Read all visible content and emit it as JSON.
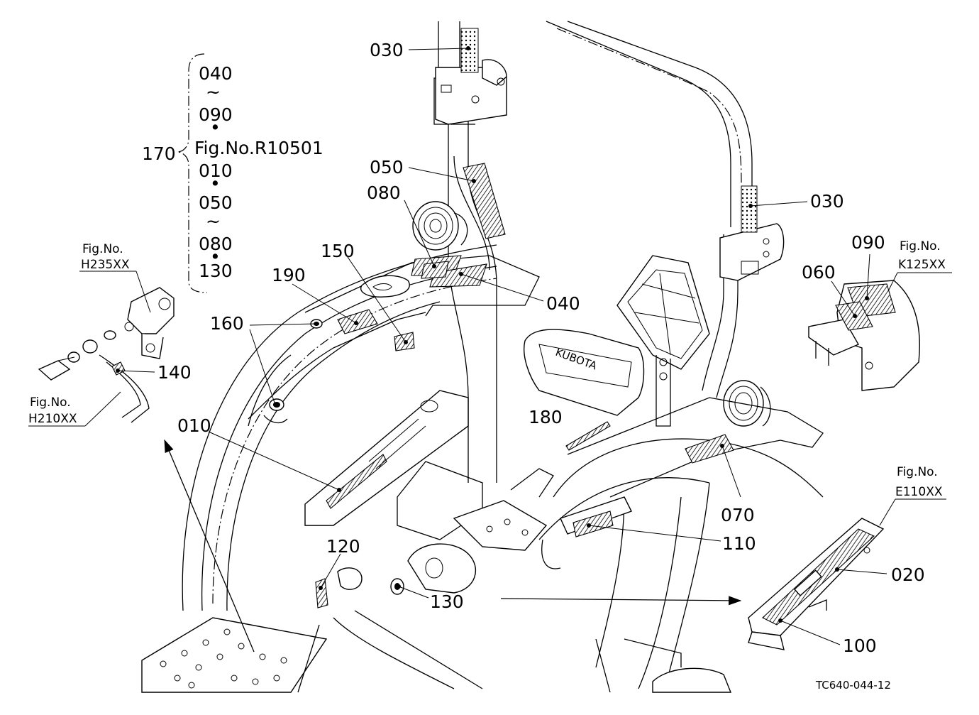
{
  "callouts": {
    "c030a": "030",
    "c030b": "030",
    "c050": "050",
    "c080": "080",
    "c150": "150",
    "c190": "190",
    "c040": "040",
    "c160": "160",
    "c140": "140",
    "c010": "010",
    "c180": "180",
    "c070": "070",
    "c110": "110",
    "c120": "120",
    "c130": "130",
    "c020": "020",
    "c100": "100",
    "c090": "090",
    "c060": "060",
    "c170": "170"
  },
  "group170": {
    "lines": [
      "040",
      "~",
      "090",
      "•",
      "Fig.No.R10501",
      "010",
      "•",
      "050",
      "~",
      "080",
      "•",
      "130"
    ]
  },
  "refs": {
    "h235": {
      "line1": "Fig.No.",
      "line2": "H235XX"
    },
    "h210": {
      "line1": "Fig.No.",
      "line2": "H210XX"
    },
    "k125": {
      "line1": "Fig.No.",
      "line2": "K125XX"
    },
    "e110": {
      "line1": "Fig.No.",
      "line2": "E110XX"
    }
  },
  "brand_plate": "KUBOTA",
  "drawing_number": "TC640-044-12"
}
